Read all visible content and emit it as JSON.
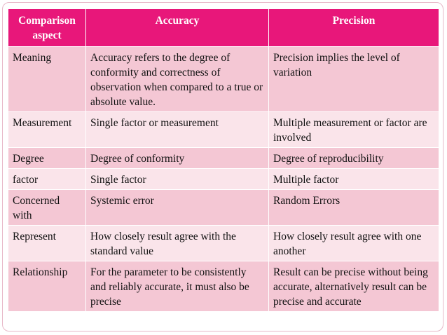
{
  "table": {
    "headers": [
      "Comparison aspect",
      "Accuracy",
      "Precision"
    ],
    "rows": [
      [
        "Meaning",
        "Accuracy refers to the degree of conformity and correctness of observation when compared to a true or absolute value.",
        "Precision implies the level of variation"
      ],
      [
        "Measurement",
        "Single factor or measurement",
        "Multiple measurement or factor are involved"
      ],
      [
        "Degree",
        "Degree of conformity",
        "Degree of reproducibility"
      ],
      [
        "factor",
        "Single factor",
        "Multiple factor"
      ],
      [
        "Concerned with",
        "Systemic error",
        "Random Errors"
      ],
      [
        "Represent",
        "How closely result agree with the standard value",
        "How closely result agree with one another"
      ],
      [
        "Relationship",
        "For the parameter to be consistently and reliably accurate, it must also be precise",
        "Result can be precise without being accurate, alternatively result can be precise and accurate"
      ]
    ]
  },
  "colors": {
    "header_background": "#e8177a",
    "header_text": "#ffffff",
    "row_dark": "#f4c7d4",
    "row_light": "#fae4ea",
    "frame_border": "#e7b8c8"
  }
}
